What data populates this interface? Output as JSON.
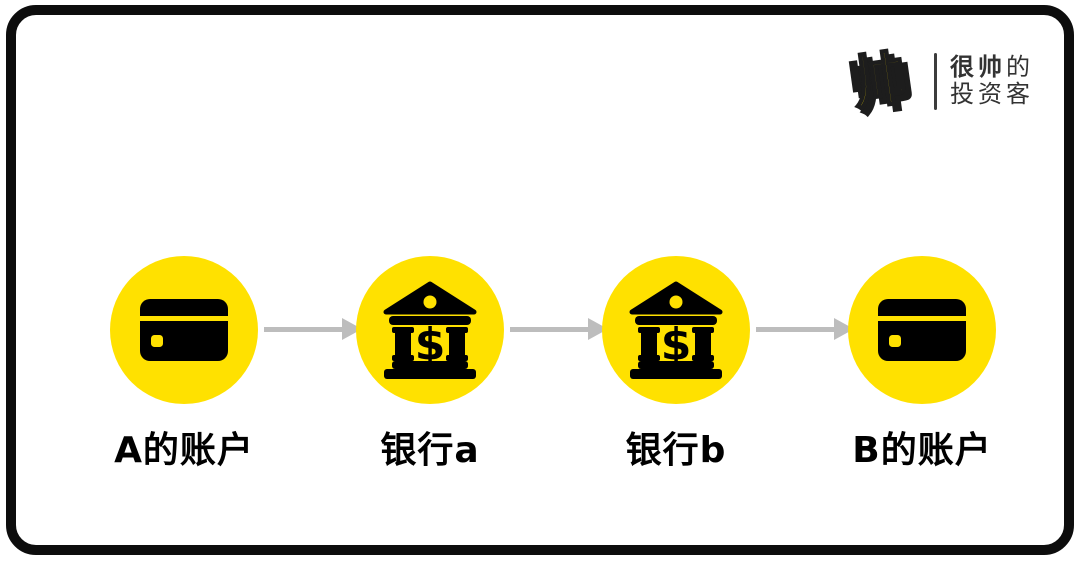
{
  "logo": {
    "glyph": "帅",
    "name_line1_bold": "很帅",
    "name_line1_light": "的",
    "name_line2": "投资客"
  },
  "colors": {
    "accent_yellow": "#FFE100",
    "arrow_gray": "#BDBDBD",
    "ink_black": "#0d0d0d",
    "logo_text_gray": "#333333"
  },
  "flow": {
    "dollar_glyph": "$",
    "nodes": [
      {
        "id": "account-a",
        "icon": "credit-card-icon",
        "label": "A的账户"
      },
      {
        "id": "bank-a",
        "icon": "bank-icon",
        "label": "银行a"
      },
      {
        "id": "bank-b",
        "icon": "bank-icon",
        "label": "银行b"
      },
      {
        "id": "account-b",
        "icon": "credit-card-icon",
        "label": "B的账户"
      }
    ]
  }
}
